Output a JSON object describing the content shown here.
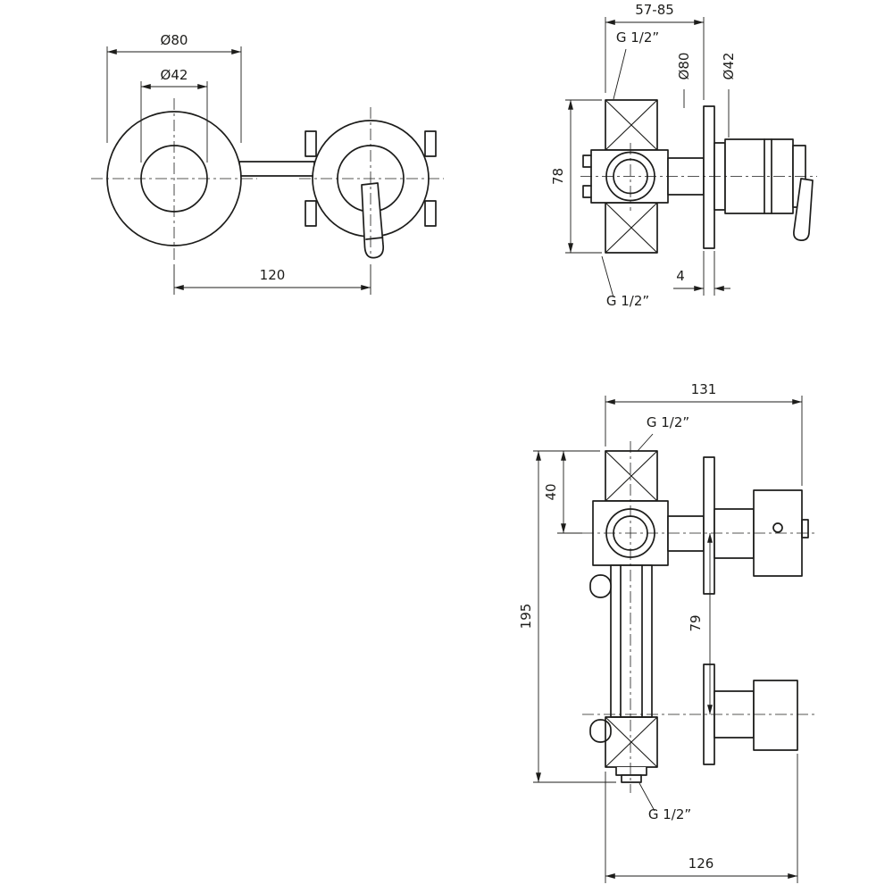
{
  "page": {
    "type": "technical-dimension-drawing",
    "subject": "concealed-shower-mixer",
    "background_color": "#ffffff",
    "line_color": "#1d1d1b"
  },
  "views": {
    "front": {
      "dim_outer_diameter": "Ø80",
      "dim_inner_diameter": "Ø42",
      "dim_center_distance": "120"
    },
    "side": {
      "dim_depth_range": "57-85",
      "label_thread_top": "G 1/2”",
      "dim_plate_diameter": "Ø80",
      "dim_trim_diameter": "Ø42",
      "dim_body_height": "78",
      "dim_plate_thickness": "4",
      "label_thread_bottom": "G 1/2”"
    },
    "section": {
      "dim_total_width": "131",
      "label_thread_top": "G 1/2”",
      "dim_top_to_center": "40",
      "dim_total_height": "195",
      "dim_outlet_spacing": "79",
      "label_thread_bottom": "G 1/2”",
      "dim_bottom_width": "126"
    }
  }
}
